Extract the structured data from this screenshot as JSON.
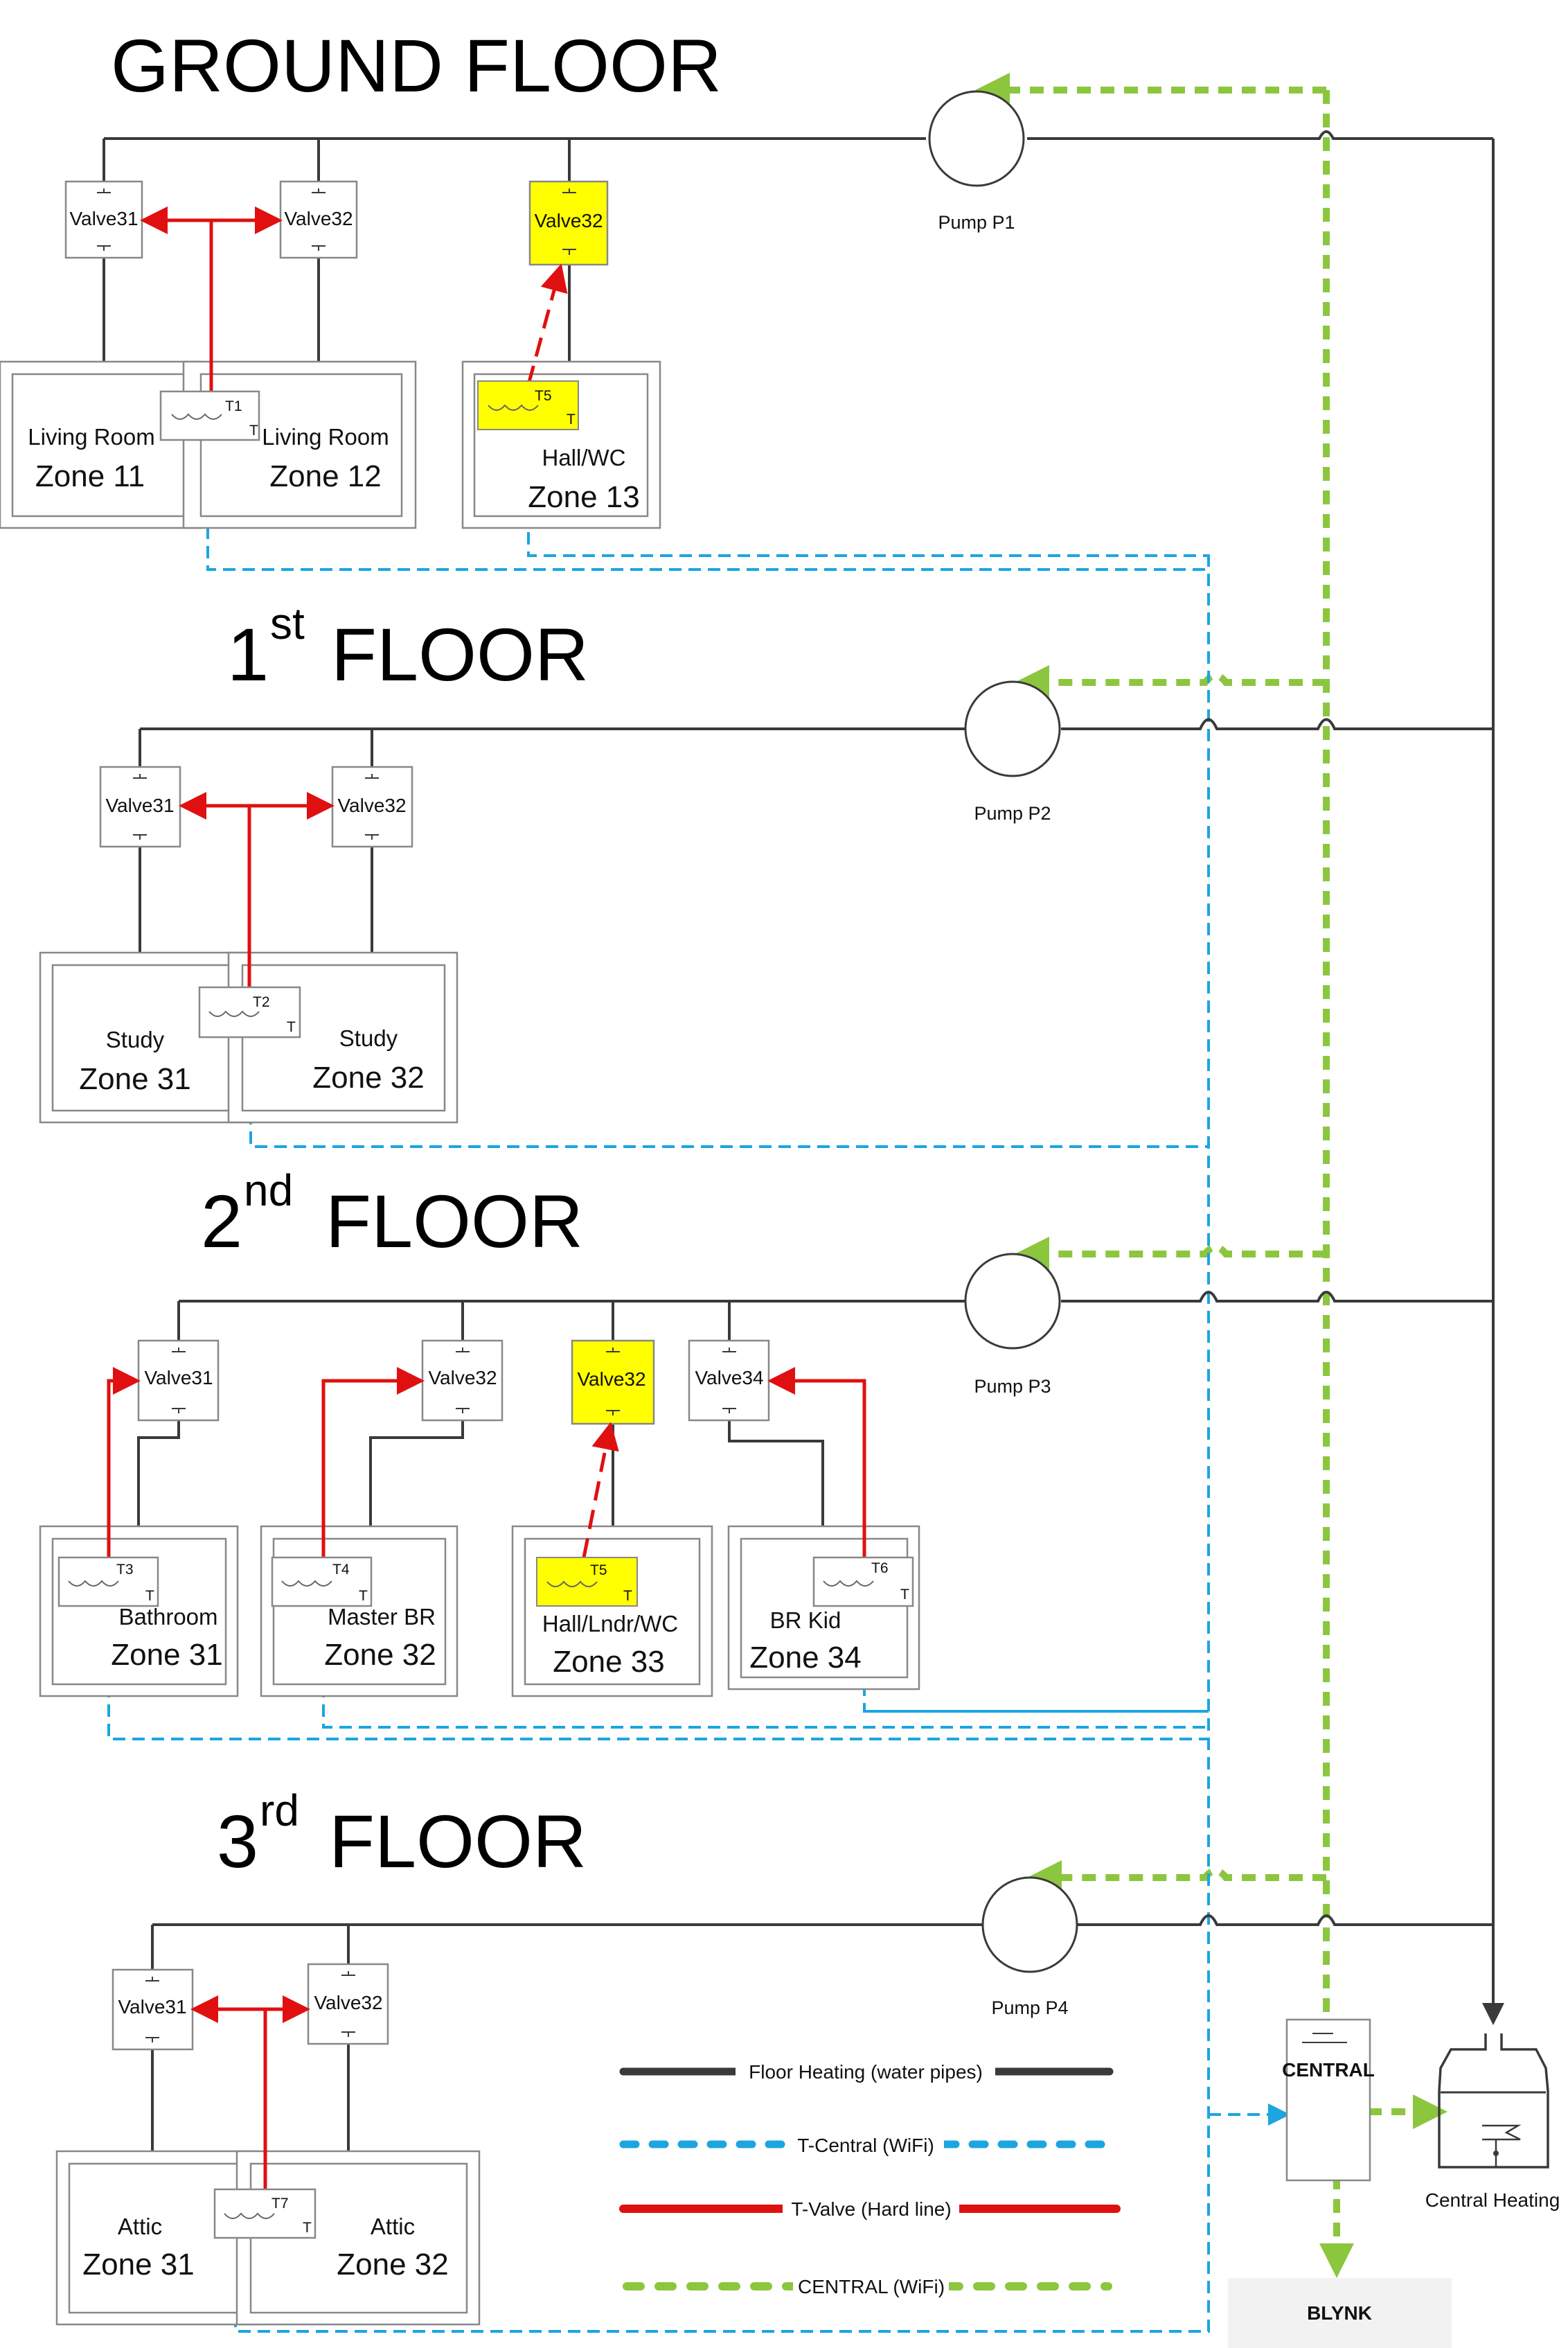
{
  "floors": [
    {
      "title": "GROUND FLOOR",
      "ordinal": "",
      "suffix": ""
    },
    {
      "title": "FLOOR",
      "ordinal": "1",
      "suffix": "st"
    },
    {
      "title": "FLOOR",
      "ordinal": "2",
      "suffix": "nd"
    },
    {
      "title": "FLOOR",
      "ordinal": "3",
      "suffix": "rd"
    }
  ],
  "pumps": [
    "Pump P1",
    "Pump P2",
    "Pump P3",
    "Pump P4"
  ],
  "ground": {
    "valves": [
      "Valve31",
      "Valve32",
      "Valve32"
    ],
    "rooms": [
      {
        "name": "Living Room",
        "zone": "Zone 11"
      },
      {
        "name": "Living Room",
        "zone": "Zone 12"
      },
      {
        "name": "Hall/WC",
        "zone": "Zone 13"
      }
    ],
    "thermostats": [
      {
        "id": "T1",
        "mode": "T"
      },
      {
        "id": "T5",
        "mode": "T"
      }
    ]
  },
  "first": {
    "valves": [
      "Valve31",
      "Valve32"
    ],
    "rooms": [
      {
        "name": "Study",
        "zone": "Zone 31"
      },
      {
        "name": "Study",
        "zone": "Zone 32"
      }
    ],
    "thermostats": [
      {
        "id": "T2",
        "mode": "T"
      }
    ]
  },
  "second": {
    "valves": [
      "Valve31",
      "Valve32",
      "Valve32",
      "Valve34"
    ],
    "rooms": [
      {
        "name": "Bathroom",
        "zone": "Zone 31"
      },
      {
        "name": "Master BR",
        "zone": "Zone 32"
      },
      {
        "name": "Hall/Lndr/WC",
        "zone": "Zone 33"
      },
      {
        "name": "BR Kid",
        "zone": "Zone 34"
      }
    ],
    "thermostats": [
      {
        "id": "T3",
        "mode": "T"
      },
      {
        "id": "T4",
        "mode": "T"
      },
      {
        "id": "T5",
        "mode": "T"
      },
      {
        "id": "T6",
        "mode": "T"
      }
    ]
  },
  "third": {
    "valves": [
      "Valve31",
      "Valve32"
    ],
    "rooms": [
      {
        "name": "Attic",
        "zone": "Zone 31"
      },
      {
        "name": "Attic",
        "zone": "Zone 32"
      }
    ],
    "thermostats": [
      {
        "id": "T7",
        "mode": "T"
      }
    ]
  },
  "central": {
    "label": "CENTRAL",
    "heating_label": "Central Heating",
    "cloud_label": "BLYNK"
  },
  "legend": [
    {
      "label": "Floor Heating (water pipes)",
      "color": "#3a3a3a"
    },
    {
      "label": "T-Central (WiFi)",
      "color": "#1ca5e0"
    },
    {
      "label": "T-Valve (Hard line)",
      "color": "#e01010"
    },
    {
      "label": "CENTRAL (WiFi)",
      "color": "#8cc63f"
    }
  ],
  "colors": {
    "highlight": "#ffff00",
    "pipe": "#3a3a3a",
    "hardline": "#e01010",
    "wifi_thermostat": "#1ca5e0",
    "wifi_central": "#8cc63f"
  }
}
